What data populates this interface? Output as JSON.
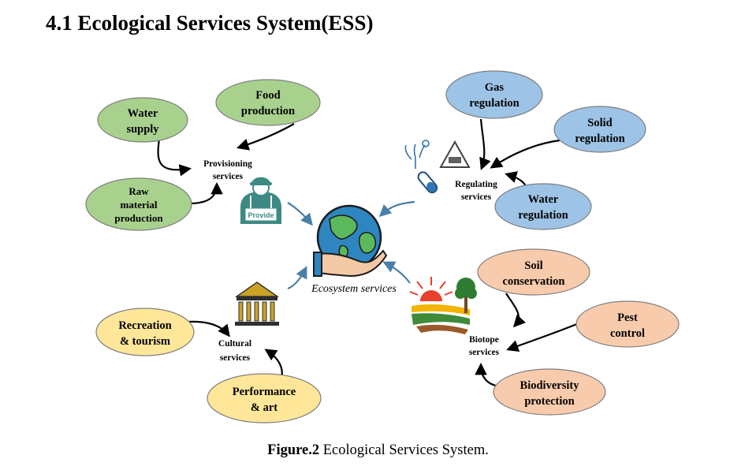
{
  "title": "4.1 Ecological Services System(ESS)",
  "colors": {
    "provisioning_fill": "#a9d18e",
    "regulating_fill": "#9dc3e6",
    "biotope_fill": "#f8cbad",
    "cultural_fill": "#ffe699",
    "ellipse_stroke": "#7f7f7f",
    "feeder_arrow": "#000000",
    "hub_arrow": "#4a7fa8"
  },
  "icons": {
    "provisioning": "farmer-icon",
    "regulating": "lab-hazard-icon",
    "biotope": "sunrise-tree-fields-icon",
    "cultural": "museum-building-icon",
    "center": "hand-holding-globe-icon"
  },
  "center": {
    "label": "Ecosystem services"
  },
  "groups": {
    "provisioning": {
      "label_lines": [
        "Provisioning",
        "services"
      ],
      "badge": "Provide",
      "nodes": [
        {
          "lines": [
            "Water",
            "supply"
          ]
        },
        {
          "lines": [
            "Food",
            "production"
          ]
        },
        {
          "lines": [
            "Raw",
            "material",
            "production"
          ]
        }
      ]
    },
    "regulating": {
      "label_lines": [
        "Regulating",
        "services"
      ],
      "nodes": [
        {
          "lines": [
            "Gas",
            "regulation"
          ]
        },
        {
          "lines": [
            "Solid",
            "regulation"
          ]
        },
        {
          "lines": [
            "Water",
            "regulation"
          ]
        }
      ]
    },
    "biotope": {
      "label_lines": [
        "Biotope",
        "services"
      ],
      "nodes": [
        {
          "lines": [
            "Soil",
            "conservation"
          ]
        },
        {
          "lines": [
            "Pest",
            "control"
          ]
        },
        {
          "lines": [
            "Biodiversity",
            "protection"
          ]
        }
      ]
    },
    "cultural": {
      "label_lines": [
        "Cultural",
        "services"
      ],
      "nodes": [
        {
          "lines": [
            "Recreation",
            "& tourism"
          ]
        },
        {
          "lines": [
            "Performance",
            "& art"
          ]
        }
      ]
    }
  },
  "caption": {
    "label": "Figure.2",
    "text": " Ecological Services System."
  }
}
